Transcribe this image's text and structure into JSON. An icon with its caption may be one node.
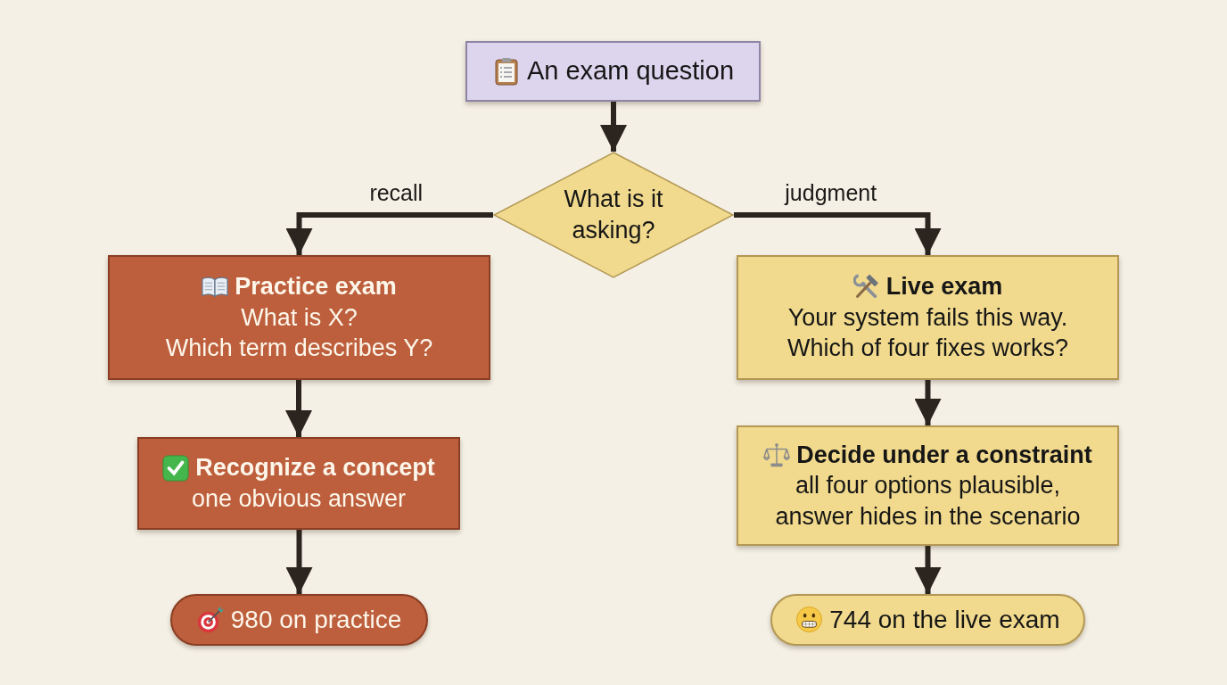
{
  "diagram": {
    "nodes": [
      {
        "text": [
          "An exam question"
        ]
      },
      {
        "text": [
          "What is it asking?"
        ]
      },
      {
        "text": [
          "Practice exam",
          "What is X?",
          "Which term describes Y?"
        ]
      },
      {
        "text": [
          "Recognize a concept",
          "one obvious answer"
        ]
      },
      {
        "text": [
          "980 on practice"
        ]
      },
      {
        "text": [
          "Live exam",
          "Your system fails this way.",
          "Which of four fixes works?"
        ]
      },
      {
        "text": [
          "Decide under a constraint",
          "all four options plausible, answer hides in the scenario"
        ]
      },
      {
        "text": [
          "744 on the live exam"
        ]
      }
    ],
    "edges": [
      {
        "from": 0,
        "to": 1,
        "arrow": "to"
      },
      {
        "from": 1,
        "to": 2,
        "arrow": "to",
        "label": "recall"
      },
      {
        "from": 1,
        "to": 5,
        "arrow": "to",
        "label": "judgment"
      },
      {
        "from": 2,
        "to": 3,
        "arrow": "to"
      },
      {
        "from": 3,
        "to": 4,
        "arrow": "to"
      },
      {
        "from": 5,
        "to": 6,
        "arrow": "to"
      },
      {
        "from": 6,
        "to": 7,
        "arrow": "to"
      }
    ]
  }
}
